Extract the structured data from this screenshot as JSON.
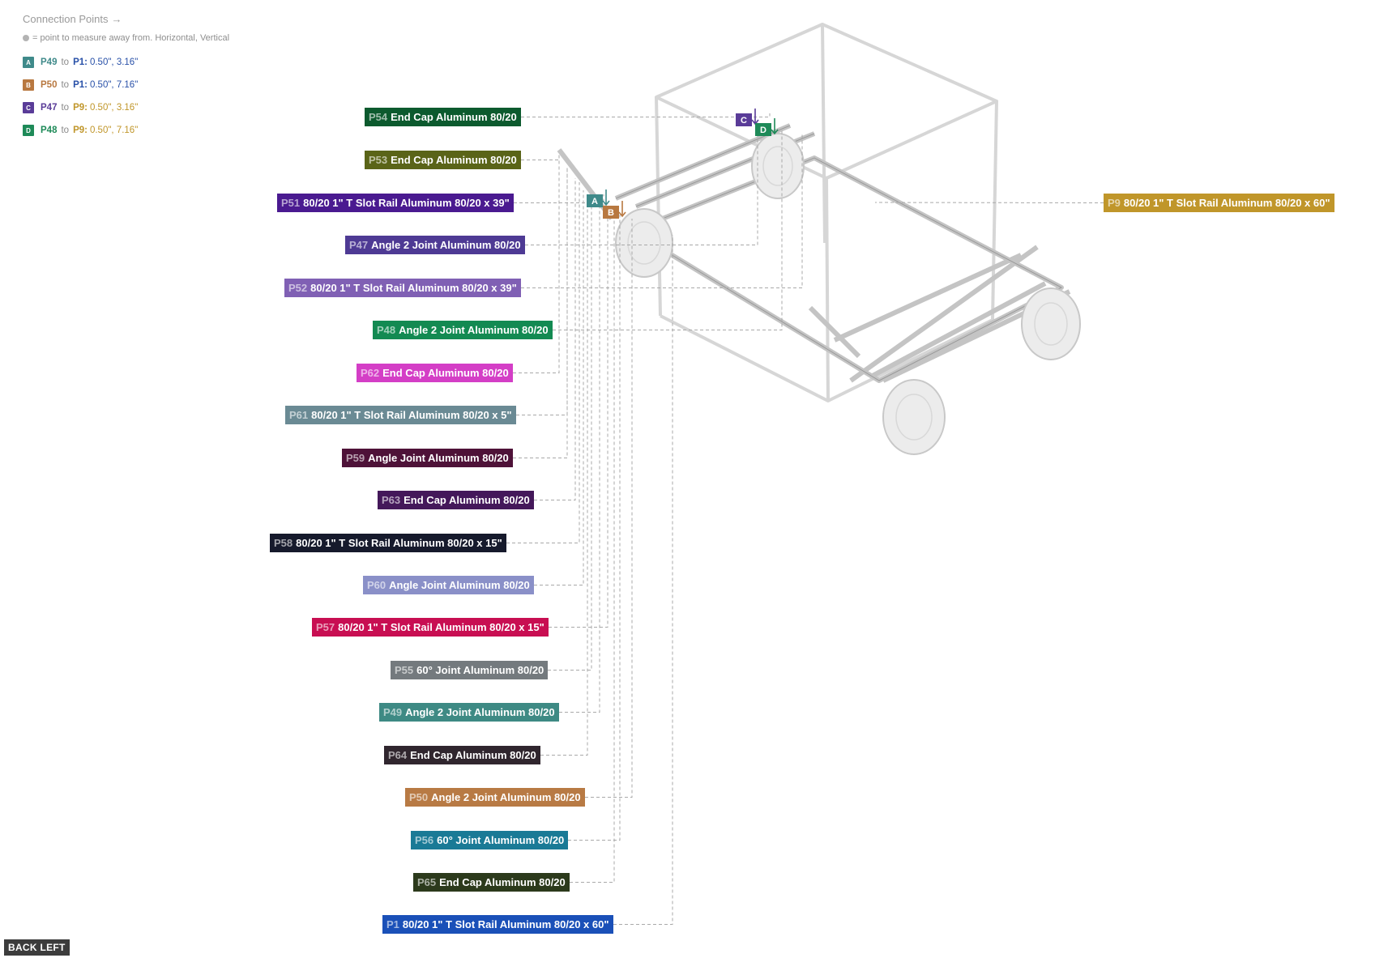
{
  "connection_points": {
    "title": "Connection Points",
    "note": "= point to measure away from. Horizontal, Vertical",
    "items": [
      {
        "letter": "A",
        "part": "P49",
        "to": "to",
        "ref": "P1:",
        "value": "0.50\", 3.16\"",
        "color": "#3f8a8a",
        "ref_color": "#2850a8"
      },
      {
        "letter": "B",
        "part": "P50",
        "to": "to",
        "ref": "P1:",
        "value": "0.50\", 7.16\"",
        "color": "#b87840",
        "ref_color": "#2850a8"
      },
      {
        "letter": "C",
        "part": "P47",
        "to": "to",
        "ref": "P9:",
        "value": "0.50\", 3.16\"",
        "color": "#5a3c98",
        "ref_color": "#c0962a"
      },
      {
        "letter": "D",
        "part": "P48",
        "to": "to",
        "ref": "P9:",
        "value": "0.50\", 7.16\"",
        "color": "#1e8a58",
        "ref_color": "#c0962a"
      }
    ]
  },
  "labels": [
    {
      "id": "P54",
      "text": "End Cap Aluminum 80/20",
      "color": "#0c5a2e"
    },
    {
      "id": "P53",
      "text": "End Cap Aluminum 80/20",
      "color": "#5a6418"
    },
    {
      "id": "P51",
      "text": "80/20 1\" T Slot Rail Aluminum 80/20 x 39\"",
      "color": "#4a1a90"
    },
    {
      "id": "P47",
      "text": "Angle 2 Joint Aluminum 80/20",
      "color": "#4e3a94"
    },
    {
      "id": "P52",
      "text": "80/20 1\" T Slot Rail Aluminum 80/20 x 39\"",
      "color": "#8060b4"
    },
    {
      "id": "P48",
      "text": "Angle 2 Joint Aluminum 80/20",
      "color": "#138a52"
    },
    {
      "id": "P62",
      "text": "End Cap Aluminum 80/20",
      "color": "#d43ec6"
    },
    {
      "id": "P61",
      "text": "80/20 1\" T Slot Rail Aluminum 80/20 x 5\"",
      "color": "#6a8a94"
    },
    {
      "id": "P59",
      "text": "Angle Joint Aluminum 80/20",
      "color": "#4e1238"
    },
    {
      "id": "P63",
      "text": "End Cap Aluminum 80/20",
      "color": "#44185a"
    },
    {
      "id": "P58",
      "text": "80/20 1\" T Slot Rail Aluminum 80/20 x 15\"",
      "color": "#161a2c"
    },
    {
      "id": "P60",
      "text": "Angle Joint Aluminum 80/20",
      "color": "#8a90c8"
    },
    {
      "id": "P57",
      "text": "80/20 1\" T Slot Rail Aluminum 80/20 x 15\"",
      "color": "#c80e52"
    },
    {
      "id": "P55",
      "text": "60° Joint Aluminum 80/20",
      "color": "#747a7e"
    },
    {
      "id": "P49",
      "text": "Angle 2 Joint Aluminum 80/20",
      "color": "#3e8a84"
    },
    {
      "id": "P64",
      "text": "End Cap Aluminum 80/20",
      "color": "#30262e"
    },
    {
      "id": "P50",
      "text": "Angle 2 Joint Aluminum 80/20",
      "color": "#b87a44"
    },
    {
      "id": "P56",
      "text": "60° Joint Aluminum 80/20",
      "color": "#1a7a96"
    },
    {
      "id": "P65",
      "text": "End Cap Aluminum 80/20",
      "color": "#2c3a1c"
    },
    {
      "id": "P1",
      "text": "80/20 1\" T Slot Rail Aluminum 80/20 x 60\"",
      "color": "#1a50b8"
    },
    {
      "id": "P9",
      "text": "80/20 1\" T Slot Rail Aluminum 80/20 x 60\"",
      "color": "#c0962a"
    }
  ],
  "markers": [
    {
      "letter": "A",
      "color": "#3f8a8a"
    },
    {
      "letter": "B",
      "color": "#b87840"
    },
    {
      "letter": "C",
      "color": "#5a3c98"
    },
    {
      "letter": "D",
      "color": "#1e8a58"
    }
  ],
  "view_label": "BACK LEFT"
}
